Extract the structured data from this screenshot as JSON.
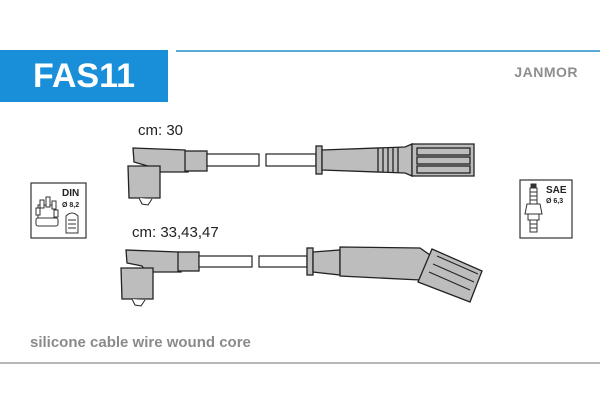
{
  "header": {
    "part_number": "FAS11",
    "brand": "JANMOR",
    "accent_color": "#1a8fd9"
  },
  "cables": [
    {
      "length_label": "cm: 30"
    },
    {
      "length_label": "cm: 33,43,47"
    }
  ],
  "badges": {
    "distributor": {
      "standard": "DIN",
      "diameter": "Ø 8,2",
      "icon": "distributor-cap-icon"
    },
    "plug": {
      "standard": "SAE",
      "diameter": "Ø 6,3",
      "icon": "spark-plug-icon"
    }
  },
  "footer": {
    "description": "silicone cable wire wound core"
  }
}
